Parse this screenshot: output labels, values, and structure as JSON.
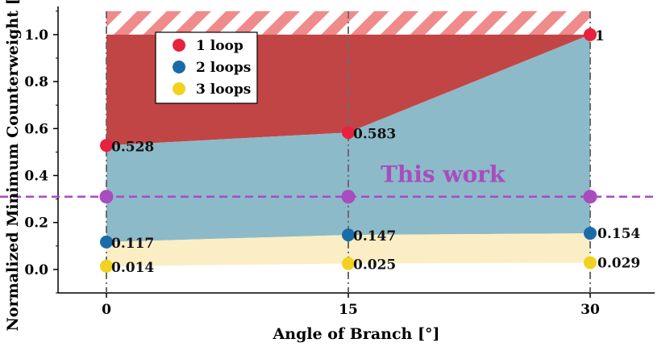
{
  "chart_data": {
    "type": "area",
    "xlabel": "Angle of Branch [°]",
    "ylabel": "Normalized Minimum Counterweight [-]",
    "x": [
      0,
      15,
      30
    ],
    "xticks": [
      "0",
      "15",
      "30"
    ],
    "xlim": [
      -3,
      34
    ],
    "ylim": [
      -0.1,
      1.12
    ],
    "yticks": [
      "0.0",
      "0.2",
      "0.4",
      "0.6",
      "0.8",
      "1.0"
    ],
    "upper_band": 1.1,
    "series": [
      {
        "name": "1 loop",
        "values": [
          0.528,
          0.583,
          1
        ],
        "labels": [
          "0.528",
          "0.583",
          "1"
        ],
        "color": "#e8213f",
        "fill": "#c24545"
      },
      {
        "name": "2 loops",
        "values": [
          0.117,
          0.147,
          0.154
        ],
        "labels": [
          "0.117",
          "0.147",
          "0.154"
        ],
        "color": "#1a6ca8",
        "fill": "#8cbac8"
      },
      {
        "name": "3 loops",
        "values": [
          0.014,
          0.025,
          0.029
        ],
        "labels": [
          "0.014",
          "0.025",
          "0.029"
        ],
        "color": "#f2d21f",
        "fill": "#fbedc4"
      }
    ],
    "this_work": {
      "label": "This work",
      "value": 0.31,
      "color": "#a84cc0"
    },
    "legend_position": "upper-left",
    "grid": false
  }
}
